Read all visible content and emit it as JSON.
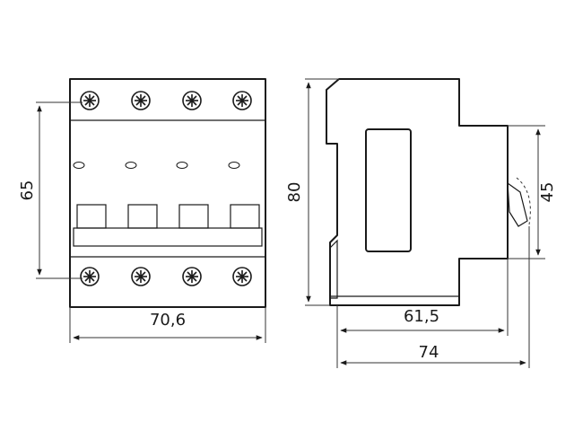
{
  "dimensions": {
    "front_width": "70,6",
    "front_height": "65",
    "side_height": "80",
    "side_inner_height": "45",
    "side_depth_inner": "61,5",
    "side_depth_total": "74"
  },
  "colors": {
    "line": "#1a1a1a",
    "background": "#ffffff"
  },
  "screws": {
    "top_row_count": 4,
    "bottom_row_count": 4,
    "icon": "screw-terminal-icon"
  }
}
